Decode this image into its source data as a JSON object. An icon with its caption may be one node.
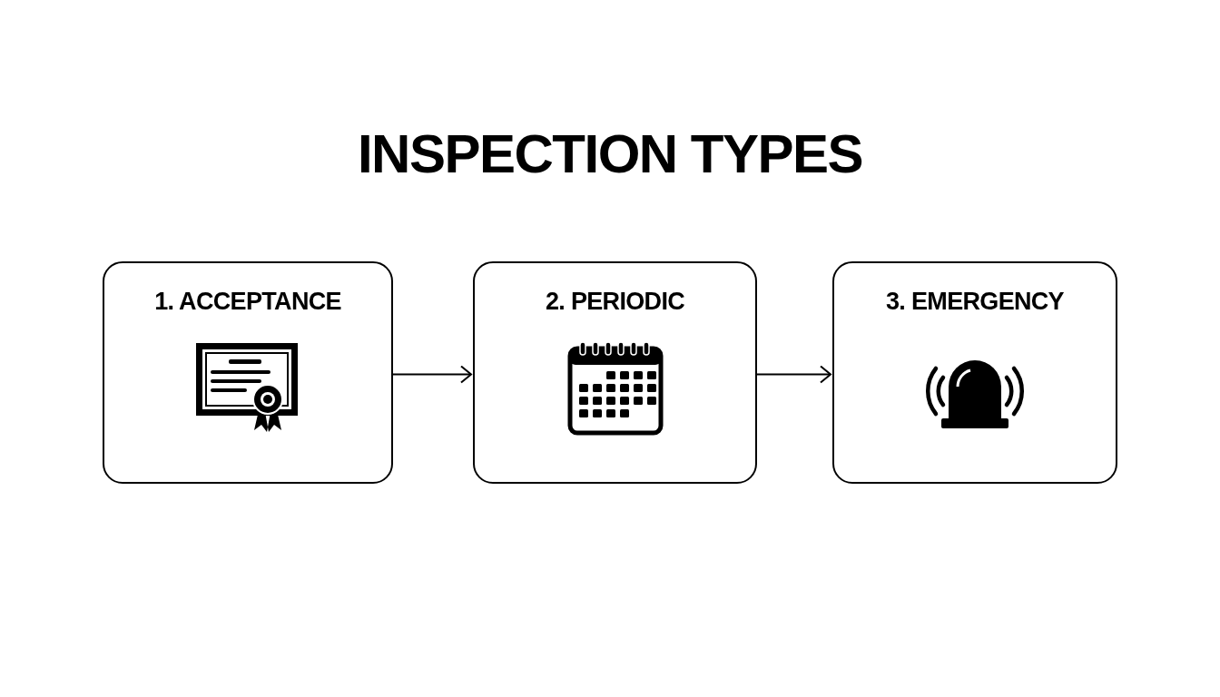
{
  "diagram": {
    "title": "INSPECTION TYPES",
    "nodes": [
      {
        "text": [
          "1. ACCEPTANCE"
        ]
      },
      {
        "text": [
          "2. PERIODIC"
        ]
      },
      {
        "text": [
          "3. EMERGENCY"
        ]
      }
    ],
    "edges": [
      {
        "from": 0,
        "to": 1,
        "arrow": "to"
      },
      {
        "from": 1,
        "to": 2,
        "arrow": "to"
      }
    ]
  }
}
